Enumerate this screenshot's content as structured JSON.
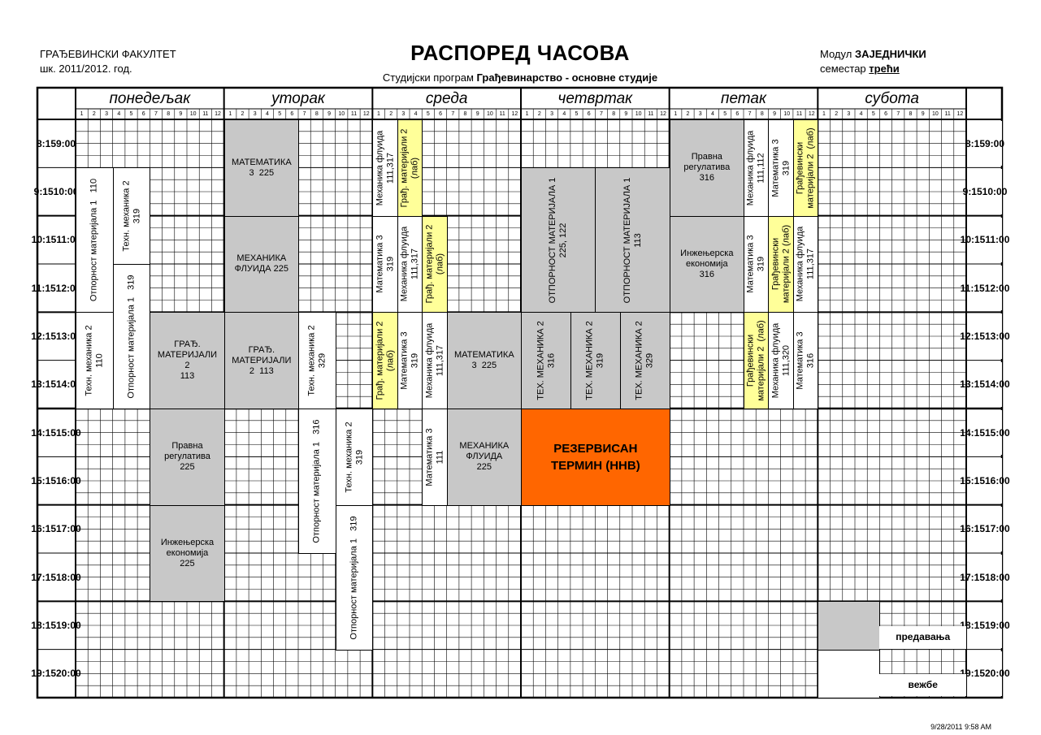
{
  "header": {
    "faculty": "ГРАЂЕВИНСКИ ФАКУЛТЕТ",
    "year": "шк. 2011/2012. год.",
    "title": "РАСПОРЕД ЧАСОВА",
    "program_label": "Студијски програм",
    "program": "Грађевинарство - основне студије",
    "module_label": "Модул",
    "module": "ЗАЈЕДНИЧКИ",
    "semester_label": "семестар",
    "semester": "трећи"
  },
  "days": [
    "понедељак",
    "уторак",
    "среда",
    "четвртак",
    "петак",
    "субота"
  ],
  "subcols": [
    "1",
    "2",
    "3",
    "4",
    "5",
    "6",
    "7",
    "8",
    "9",
    "10",
    "11",
    "12"
  ],
  "times": [
    {
      "start": "8:15",
      "end": "9:00"
    },
    {
      "start": "9:15",
      "end": "10:00"
    },
    {
      "start": "10:15",
      "end": "11:00"
    },
    {
      "start": "11:15",
      "end": "12:00"
    },
    {
      "start": "12:15",
      "end": "13:00"
    },
    {
      "start": "13:15",
      "end": "14:00"
    },
    {
      "start": "14:15",
      "end": "15:00"
    },
    {
      "start": "15:15",
      "end": "16:00"
    },
    {
      "start": "16:15",
      "end": "17:00"
    },
    {
      "start": "17:15",
      "end": "18:00"
    },
    {
      "start": "18:15",
      "end": "19:00"
    },
    {
      "start": "19:15",
      "end": "20:00"
    }
  ],
  "events": [
    {
      "day": 0,
      "c": 1,
      "span": 3,
      "r": 1,
      "rows": 3,
      "type": "white",
      "vertical": true,
      "text": "Отпорност материјала 1   110"
    },
    {
      "day": 0,
      "c": 4,
      "span": 3,
      "r": 1,
      "rows": 2,
      "type": "white",
      "vertical": true,
      "text": "Техн. механика 2\n319"
    },
    {
      "day": 0,
      "c": 4,
      "span": 3,
      "r": 3,
      "rows": 3,
      "type": "white",
      "vertical": true,
      "text": "Отпорност материјала 1   319"
    },
    {
      "day": 0,
      "c": 1,
      "span": 3,
      "r": 4,
      "rows": 2,
      "type": "white",
      "vertical": true,
      "text": "Техн. механика 2\n110"
    },
    {
      "day": 0,
      "c": 7,
      "span": 6,
      "r": 4,
      "rows": 2,
      "type": "gray",
      "vertical": false,
      "text": "ГРАЂ.\nМАТЕРИЈАЛИ\n2\n113"
    },
    {
      "day": 0,
      "c": 7,
      "span": 6,
      "r": 6,
      "rows": 2,
      "type": "gray",
      "vertical": false,
      "text": "Правна\nрегулатива\n225"
    },
    {
      "day": 0,
      "c": 7,
      "span": 6,
      "r": 8,
      "rows": 2,
      "type": "gray",
      "vertical": false,
      "text": "Инжењерска\nекономија\n225"
    },
    {
      "day": 1,
      "c": 1,
      "span": 6,
      "r": 0,
      "rows": 2,
      "type": "gray",
      "vertical": false,
      "text": "МАТЕМАТИКА\n3  225"
    },
    {
      "day": 1,
      "c": 1,
      "span": 6,
      "r": 2,
      "rows": 2,
      "type": "gray",
      "vertical": false,
      "text": "МЕХАНИКА\nФЛУИДА 225"
    },
    {
      "day": 1,
      "c": 1,
      "span": 6,
      "r": 4,
      "rows": 2,
      "type": "gray",
      "vertical": false,
      "text": "ГРАЂ.\nМАТЕРИЈАЛИ\n2  113"
    },
    {
      "day": 1,
      "c": 7,
      "span": 3,
      "r": 4,
      "rows": 2,
      "type": "white",
      "vertical": true,
      "text": "Техн. механика 2\n329"
    },
    {
      "day": 1,
      "c": 7,
      "span": 3,
      "r": 6,
      "rows": 3,
      "type": "white",
      "vertical": true,
      "text": "Отпорност материјала 1   316"
    },
    {
      "day": 1,
      "c": 10,
      "span": 3,
      "r": 6,
      "rows": 2,
      "type": "white",
      "vertical": true,
      "text": "Техн. механика 2\n319"
    },
    {
      "day": 1,
      "c": 10,
      "span": 3,
      "r": 8,
      "rows": 3,
      "type": "white",
      "vertical": true,
      "text": "Отпорност материјала 1   319"
    },
    {
      "day": 2,
      "c": 1,
      "span": 2,
      "r": 0,
      "rows": 2,
      "type": "white",
      "vertical": true,
      "text": "Механика флуида\n111,317"
    },
    {
      "day": 2,
      "c": 3,
      "span": 2,
      "r": 0,
      "rows": 2,
      "type": "yellow",
      "vertical": true,
      "text": "Грађ. материјали 2\n(лаб)"
    },
    {
      "day": 2,
      "c": 1,
      "span": 2,
      "r": 2,
      "rows": 2,
      "type": "white",
      "vertical": true,
      "text": "Математика 3\n319"
    },
    {
      "day": 2,
      "c": 3,
      "span": 2,
      "r": 2,
      "rows": 2,
      "type": "white",
      "vertical": true,
      "text": "Механика флуида\n111,317"
    },
    {
      "day": 2,
      "c": 5,
      "span": 2,
      "r": 2,
      "rows": 2,
      "type": "yellow",
      "vertical": true,
      "text": "Грађ. материјали 2\n(лаб)"
    },
    {
      "day": 2,
      "c": 1,
      "span": 2,
      "r": 4,
      "rows": 2,
      "type": "yellow",
      "vertical": true,
      "text": "Грађ. материјали 2\n(лаб)"
    },
    {
      "day": 2,
      "c": 3,
      "span": 2,
      "r": 4,
      "rows": 2,
      "type": "white",
      "vertical": true,
      "text": "Математика 3\n319"
    },
    {
      "day": 2,
      "c": 5,
      "span": 2,
      "r": 4,
      "rows": 2,
      "type": "white",
      "vertical": true,
      "text": "Механика флуида\n111,317"
    },
    {
      "day": 2,
      "c": 7,
      "span": 6,
      "r": 4,
      "rows": 2,
      "type": "gray",
      "vertical": false,
      "text": "МАТЕМАТИКА\n3  225"
    },
    {
      "day": 2,
      "c": 5,
      "span": 2,
      "r": 6,
      "rows": 2,
      "type": "white",
      "vertical": true,
      "text": "Математика 3\n111"
    },
    {
      "day": 2,
      "c": 7,
      "span": 6,
      "r": 6,
      "rows": 2,
      "type": "gray",
      "vertical": false,
      "text": "МЕХАНИКА\nФЛУИДА\n225"
    },
    {
      "day": 3,
      "c": 1,
      "span": 6,
      "r": 1,
      "rows": 3,
      "type": "gray",
      "vertical": true,
      "text": "ОТПОРНОСТ МАТЕРИЈАЛА 1\n225, 122"
    },
    {
      "day": 3,
      "c": 7,
      "span": 6,
      "r": 1,
      "rows": 3,
      "type": "gray",
      "vertical": true,
      "text": "ОТПОРНОСТ МАТЕРИЈАЛА 1\n113"
    },
    {
      "day": 3,
      "c": 1,
      "span": 4,
      "r": 4,
      "rows": 2,
      "type": "gray",
      "vertical": true,
      "text": "ТЕХ. МЕХАНИКА 2\n316"
    },
    {
      "day": 3,
      "c": 5,
      "span": 4,
      "r": 4,
      "rows": 2,
      "type": "gray",
      "vertical": true,
      "text": "ТЕХ. МЕХАНИКА 2\n319"
    },
    {
      "day": 3,
      "c": 9,
      "span": 4,
      "r": 4,
      "rows": 2,
      "type": "gray",
      "vertical": true,
      "text": "ТЕХ. МЕХАНИКА 2\n329"
    },
    {
      "day": 3,
      "c": 1,
      "span": 12,
      "r": 6,
      "rows": 2,
      "type": "orange",
      "vertical": false,
      "text": "РЕЗЕРВИСАН\nТЕРМИН (ННВ)"
    },
    {
      "day": 4,
      "c": 1,
      "span": 6,
      "r": 0,
      "rows": 2,
      "type": "gray",
      "vertical": false,
      "text": "Правна\nрегулатива\n316"
    },
    {
      "day": 4,
      "c": 7,
      "span": 2,
      "r": 0,
      "rows": 2,
      "type": "white",
      "vertical": true,
      "text": "Механика флуида\n111,112"
    },
    {
      "day": 4,
      "c": 9,
      "span": 2,
      "r": 0,
      "rows": 2,
      "type": "white",
      "vertical": true,
      "text": "Математика 3\n319"
    },
    {
      "day": 4,
      "c": 11,
      "span": 2,
      "r": 0,
      "rows": 2,
      "type": "yellow",
      "vertical": true,
      "text": "Грађевински\nматеријали 2  (лаб)"
    },
    {
      "day": 4,
      "c": 1,
      "span": 6,
      "r": 2,
      "rows": 2,
      "type": "gray",
      "vertical": false,
      "text": "Инжењерска\nекономија\n316"
    },
    {
      "day": 4,
      "c": 7,
      "span": 2,
      "r": 2,
      "rows": 2,
      "type": "white",
      "vertical": true,
      "text": "Математика 3\n319"
    },
    {
      "day": 4,
      "c": 9,
      "span": 2,
      "r": 2,
      "rows": 2,
      "type": "yellow",
      "vertical": true,
      "text": "Грађевински\nматеријали 2 (лаб)"
    },
    {
      "day": 4,
      "c": 11,
      "span": 2,
      "r": 2,
      "rows": 2,
      "type": "white",
      "vertical": true,
      "text": "Механика флуида\n111,317"
    },
    {
      "day": 4,
      "c": 7,
      "span": 2,
      "r": 4,
      "rows": 2,
      "type": "yellow",
      "vertical": true,
      "text": "Грађевински\nматеријали 2  (лаб)"
    },
    {
      "day": 4,
      "c": 9,
      "span": 2,
      "r": 4,
      "rows": 2,
      "type": "white",
      "vertical": true,
      "text": "Механика флуида\n111,320"
    },
    {
      "day": 4,
      "c": 11,
      "span": 2,
      "r": 4,
      "rows": 2,
      "type": "white",
      "vertical": true,
      "text": "Математика 3\n316"
    }
  ],
  "legend": {
    "lecture_label": "предавања",
    "exercise_label": "вежбе"
  },
  "footer": {
    "timestamp": "9/28/2011 9:58 AM"
  }
}
